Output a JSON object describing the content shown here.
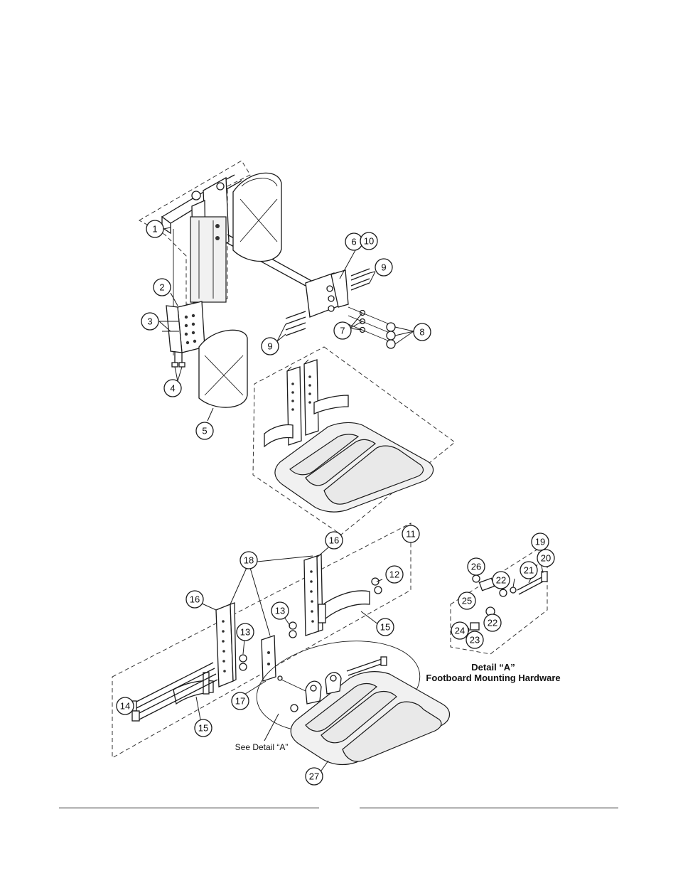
{
  "callouts": {
    "c1": "1",
    "c2": "2",
    "c3": "3",
    "c4": "4",
    "c5": "5",
    "c6": "6",
    "c7": "7",
    "c8": "8",
    "c9a": "9",
    "c9b": "9",
    "c10": "10",
    "c11": "11",
    "c12": "12",
    "c13a": "13",
    "c13b": "13",
    "c14": "14",
    "c15a": "15",
    "c15b": "15",
    "c16a": "16",
    "c16b": "16",
    "c17": "17",
    "c18": "18",
    "c19": "19",
    "c20": "20",
    "c21": "21",
    "c22a": "22",
    "c22b": "22",
    "c23": "23",
    "c24": "24",
    "c25": "25",
    "c26": "26",
    "c27": "27"
  },
  "detail": {
    "title_line1": "Detail “A”",
    "title_line2": "Footboard Mounting Hardware"
  },
  "note": {
    "see_detail": "See Detail “A”"
  }
}
